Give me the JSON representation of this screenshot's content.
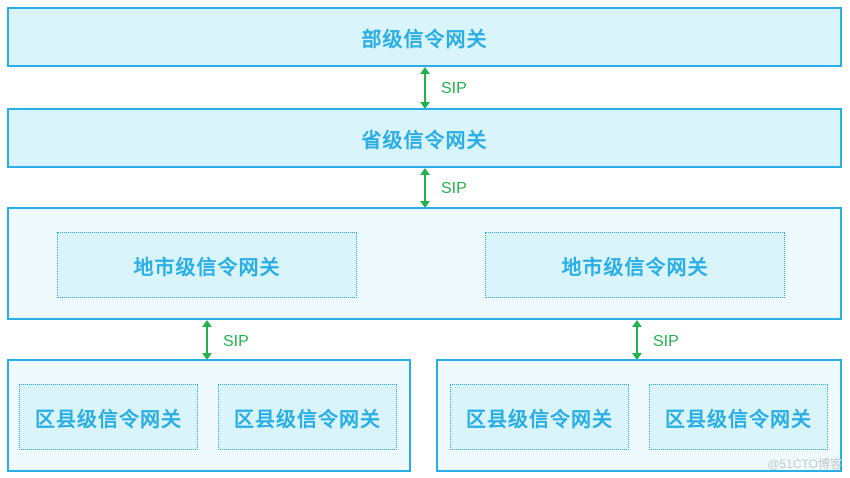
{
  "colors": {
    "border": "#29aee6",
    "box_fill": "#daf4fb",
    "text": "#29aee6",
    "sip_arrow": "#22b24c"
  },
  "ministry_gateway": {
    "label": "部级信令网关"
  },
  "province_gateway": {
    "label": "省级信令网关"
  },
  "city_gateways": [
    {
      "label": "地市级信令网关"
    },
    {
      "label": "地市级信令网关"
    }
  ],
  "county_groups": [
    {
      "gateways": [
        {
          "label": "区县级信令网关"
        },
        {
          "label": "区县级信令网关"
        }
      ]
    },
    {
      "gateways": [
        {
          "label": "区县级信令网关"
        },
        {
          "label": "区县级信令网关"
        }
      ]
    }
  ],
  "links": [
    {
      "label": "SIP"
    },
    {
      "label": "SIP"
    },
    {
      "label": "SIP"
    },
    {
      "label": "SIP"
    }
  ],
  "watermark": "@51CTO博客"
}
